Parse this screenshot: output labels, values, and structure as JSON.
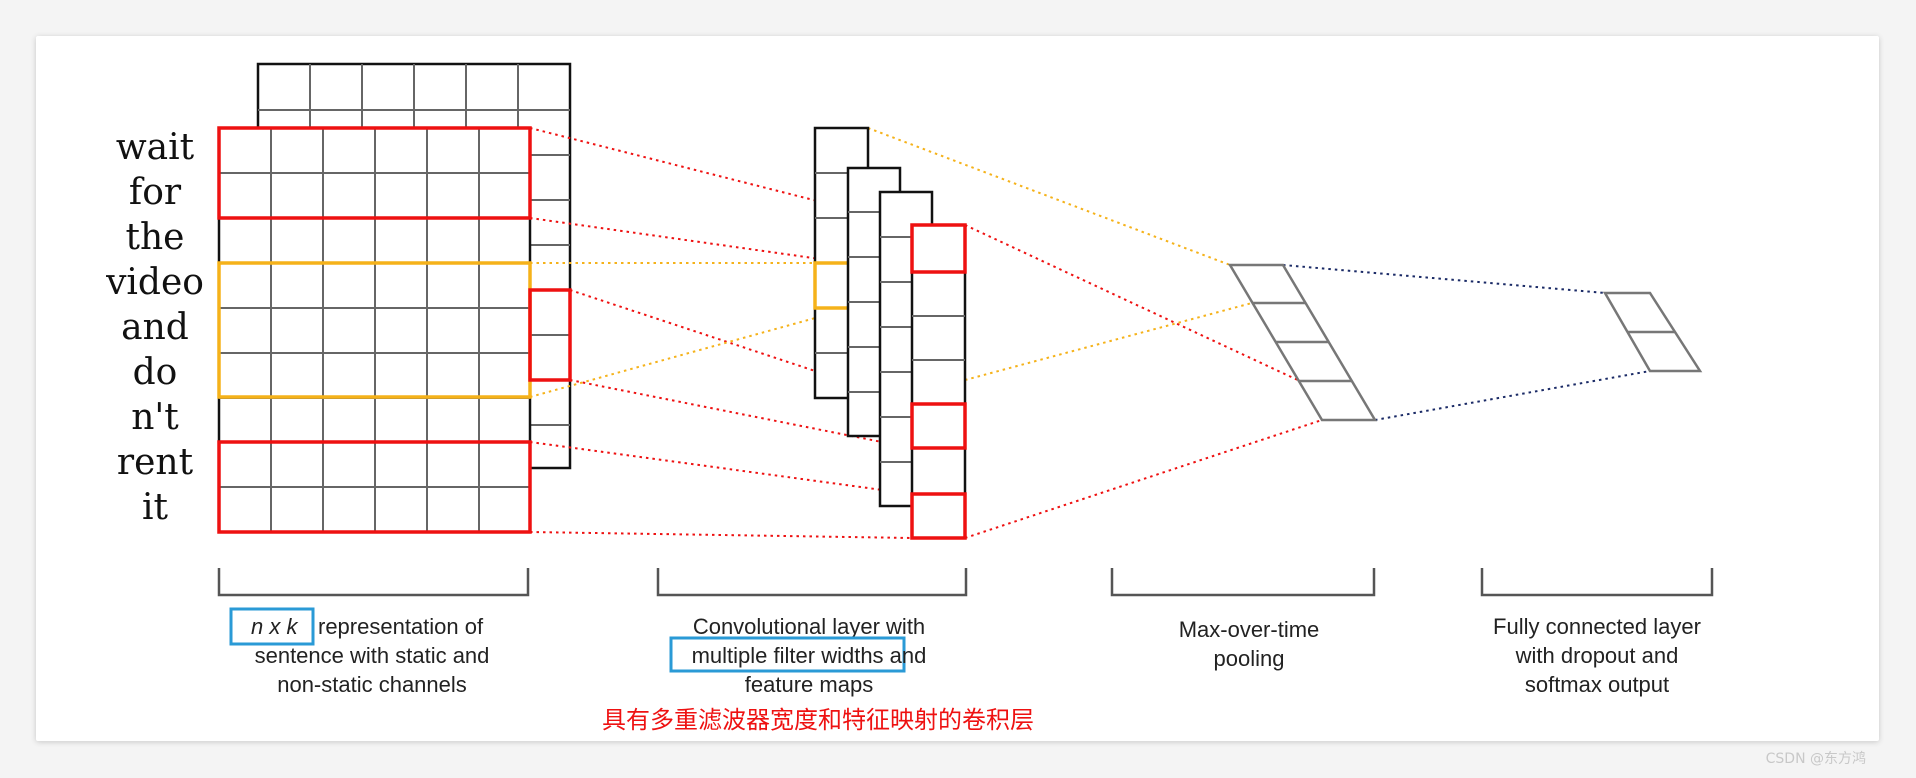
{
  "words": [
    "wait",
    "for",
    "the",
    "video",
    "and",
    "do",
    "n't",
    "rent",
    "it"
  ],
  "captions": {
    "input": {
      "prefix": "n x k",
      "line1_rest": "representation of",
      "line2": "sentence with static and",
      "line3": "non-static channels"
    },
    "conv": {
      "line1": "Convolutional layer with",
      "line2": "multiple filter widths and",
      "line3": "feature maps"
    },
    "pool": {
      "line1": "Max-over-time",
      "line2": "pooling"
    },
    "fc": {
      "line1": "Fully connected layer",
      "line2": "with dropout and",
      "line3": "softmax output"
    }
  },
  "annotation_cn": "具有多重滤波器宽度和特征映射的卷积层",
  "watermark": "CSDN @东方鸿",
  "colors": {
    "red": "#ee1111",
    "orange": "#f5b21a",
    "navy": "#1a2a66",
    "blue_box": "#2a9ad6",
    "grid": "#666666"
  }
}
